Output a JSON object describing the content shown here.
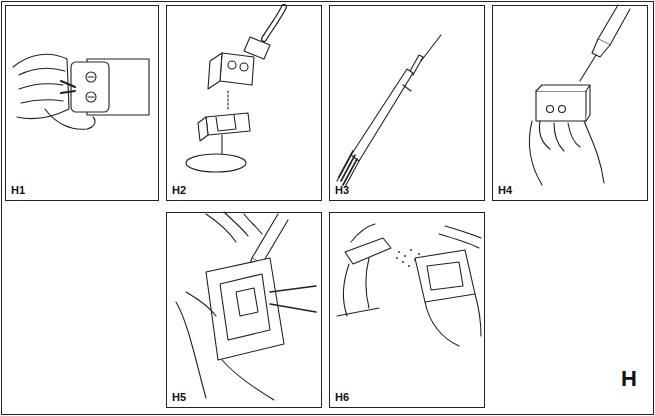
{
  "diagram": {
    "nodes": [
      {
        "text": [
          "H"
        ]
      },
      {
        "text": [
          "H1"
        ],
        "in": 0
      },
      {
        "text": [
          "H2"
        ],
        "in": 0
      },
      {
        "text": [
          "H3"
        ],
        "in": 0
      },
      {
        "text": [
          "H4"
        ],
        "in": 0
      },
      {
        "text": [
          "H5"
        ],
        "in": 0
      },
      {
        "text": [
          "H6"
        ],
        "in": 0
      }
    ]
  }
}
